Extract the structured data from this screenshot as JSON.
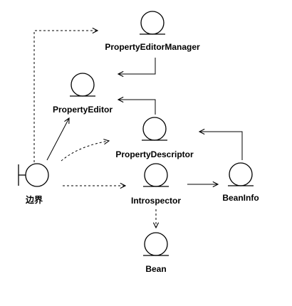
{
  "nodes": {
    "property_editor_manager": {
      "label": "PropertyEditorManager"
    },
    "property_editor": {
      "label": "PropertyEditor"
    },
    "property_descriptor": {
      "label": "PropertyDescriptor"
    },
    "introspector": {
      "label": "Introspector"
    },
    "bean_info": {
      "label": "BeanInfo"
    },
    "bean": {
      "label": "Bean"
    },
    "boundary": {
      "label": "边界"
    }
  }
}
